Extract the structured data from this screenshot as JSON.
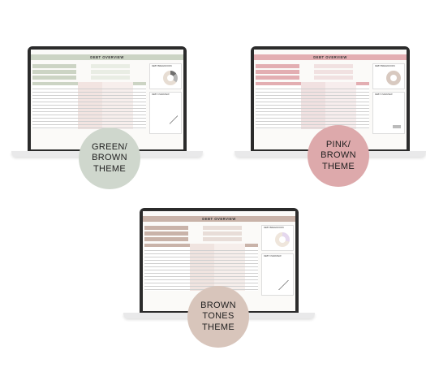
{
  "sheet": {
    "title": "DEBT OVERVIEW",
    "breakdown_title": "DEBT BREAKDOWN",
    "overview_title": "DEBT OVERVIEW"
  },
  "themes": [
    {
      "line1": "GREEN/",
      "line2": "BROWN",
      "line3": "THEME",
      "accent": "#ccd4c4",
      "secondary": "#f2e4e1",
      "badge": "#cfd7cd"
    },
    {
      "line1": "PINK/",
      "line2": "BROWN",
      "line3": "THEME",
      "accent": "#e3aeb2",
      "secondary": "#f1e1e1",
      "badge": "#dda9ab"
    },
    {
      "line1": "BROWN",
      "line2": "TONES",
      "line3": "THEME",
      "accent": "#c9b3a9",
      "secondary": "#f0e4e0",
      "badge": "#d8c5bb"
    }
  ]
}
